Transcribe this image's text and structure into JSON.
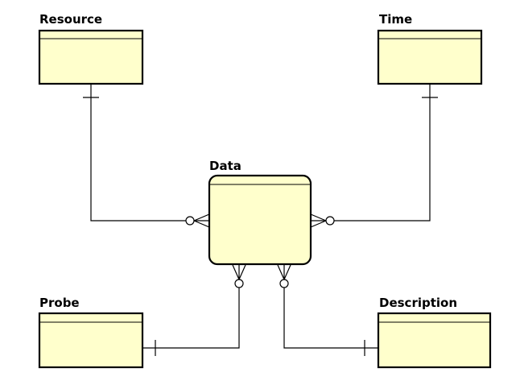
{
  "diagram": {
    "type": "entity-relationship",
    "colors": {
      "entity_fill": "#FFFFCC",
      "stroke": "#000000",
      "background": "#FFFFFF"
    },
    "entities": {
      "resource": {
        "label": "Resource"
      },
      "time": {
        "label": "Time"
      },
      "data": {
        "label": "Data"
      },
      "probe": {
        "label": "Probe"
      },
      "description": {
        "label": "Description"
      }
    },
    "relationships": [
      {
        "from": "Resource",
        "to": "Data",
        "from_cardinality": "one",
        "to_cardinality": "zero-or-many"
      },
      {
        "from": "Time",
        "to": "Data",
        "from_cardinality": "one",
        "to_cardinality": "zero-or-many"
      },
      {
        "from": "Probe",
        "to": "Data",
        "from_cardinality": "one",
        "to_cardinality": "zero-or-many"
      },
      {
        "from": "Description",
        "to": "Data",
        "from_cardinality": "one",
        "to_cardinality": "zero-or-many"
      }
    ]
  }
}
